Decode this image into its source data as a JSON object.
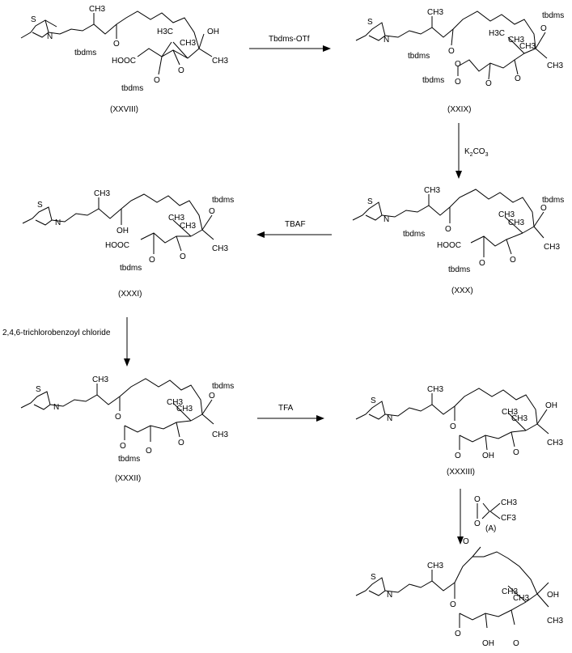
{
  "compounds": {
    "c28": "(XXVIII)",
    "c29": "(XXIX)",
    "c30": "(XXX)",
    "c31": "(XXXI)",
    "c32": "(XXXII)",
    "c33": "(XXXIII)"
  },
  "reagents": {
    "r1": "Tbdms-OTf",
    "r2": "K2CO3",
    "r3": "TBAF",
    "r4": "2,4,6-trichlorobenzoyl chloride",
    "r5": "TFA",
    "r6_label": "(A)"
  },
  "atoms": {
    "S": "S",
    "N": "N",
    "O": "O",
    "OH": "OH",
    "HOOC": "HOOC",
    "tbdms": "tbdms",
    "CH3": "CH3",
    "CF3": "CF3",
    "H3C": "H3C"
  }
}
